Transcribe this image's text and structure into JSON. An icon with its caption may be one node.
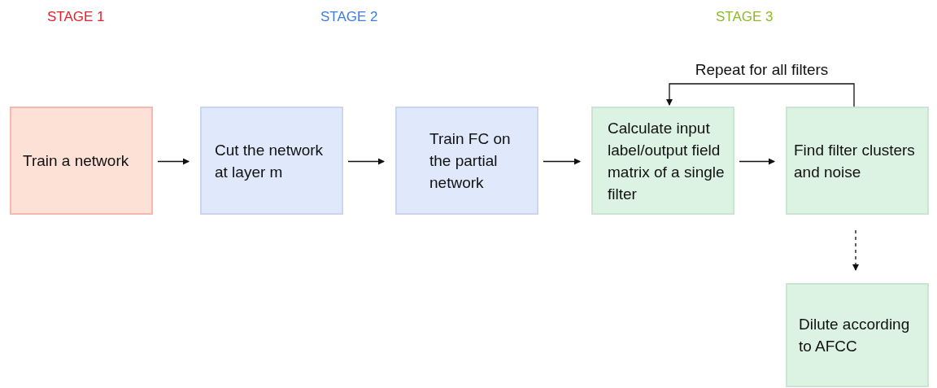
{
  "diagram": {
    "nodes": [
      {
        "text": [
          "Train a network"
        ]
      },
      {
        "text": [
          "Cut the network at layer m"
        ]
      },
      {
        "text": [
          "Train FC on the partial network"
        ]
      },
      {
        "text": [
          "Calculate input label/output field matrix of a single filter"
        ]
      },
      {
        "text": [
          "Find filter clusters and noise"
        ]
      },
      {
        "text": [
          "Dilute according to AFCC"
        ]
      }
    ],
    "edges": [
      {
        "from": 0,
        "to": 1,
        "arrow": "to"
      },
      {
        "from": 1,
        "to": 2,
        "arrow": "to"
      },
      {
        "from": 2,
        "to": 3,
        "arrow": "to"
      },
      {
        "from": 3,
        "to": 4,
        "arrow": "to"
      },
      {
        "from": 4,
        "to": 3,
        "arrow": "to",
        "label": "Repeat for all filters"
      },
      {
        "from": 4,
        "to": 5,
        "arrow": "to",
        "style": "dashed"
      }
    ],
    "labels": [
      "STAGE 1",
      "STAGE 2",
      "STAGE 3"
    ]
  }
}
